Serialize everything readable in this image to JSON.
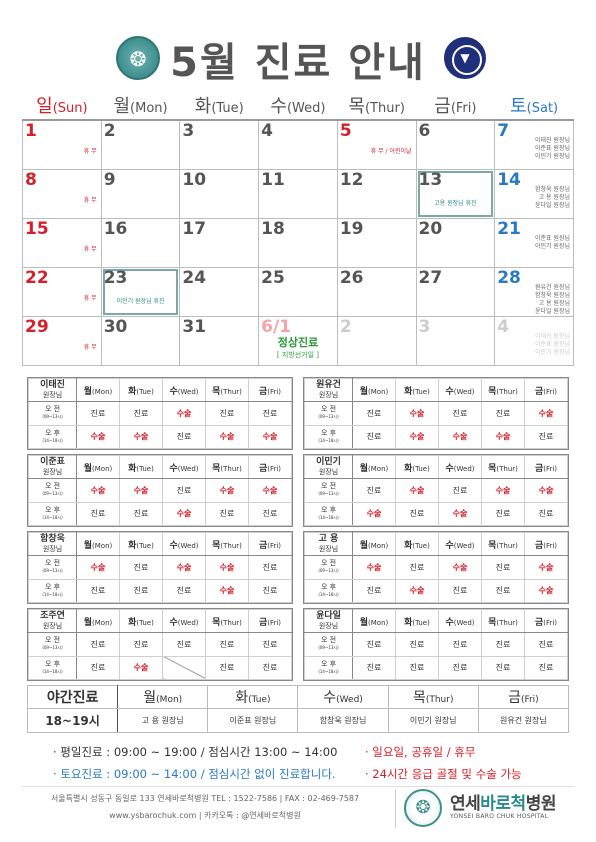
{
  "header": {
    "title": "5월 진료 안내"
  },
  "calendar": {
    "weekdays": [
      {
        "ko": "일",
        "en": "(Sun)"
      },
      {
        "ko": "월",
        "en": "(Mon)"
      },
      {
        "ko": "화",
        "en": "(Tue)"
      },
      {
        "ko": "수",
        "en": "(Wed)"
      },
      {
        "ko": "목",
        "en": "(Thur)"
      },
      {
        "ko": "금",
        "en": "(Fri)"
      },
      {
        "ko": "토",
        "en": "(Sat)"
      }
    ],
    "weeks": [
      [
        {
          "day": "1",
          "note": "휴 무",
          "tone": "red"
        },
        {
          "day": "2"
        },
        {
          "day": "3"
        },
        {
          "day": "4"
        },
        {
          "day": "5",
          "note": "휴 무 / 어린이날",
          "tone": "red"
        },
        {
          "day": "6"
        },
        {
          "day": "7",
          "tone": "blue",
          "doctors": [
            "이태진 원장님",
            "이준표 원장님",
            "이민기 원장님"
          ]
        }
      ],
      [
        {
          "day": "8",
          "note": "휴 무",
          "tone": "red"
        },
        {
          "day": "9"
        },
        {
          "day": "10"
        },
        {
          "day": "11"
        },
        {
          "day": "12"
        },
        {
          "day": "13",
          "boxed": true,
          "teal": "고용 원장님 휴진"
        },
        {
          "day": "14",
          "tone": "blue",
          "doctors": [
            "함창욱 원장님",
            "고  용 원장님",
            "윤다일 원장님"
          ]
        }
      ],
      [
        {
          "day": "15",
          "note": "휴 무",
          "tone": "red"
        },
        {
          "day": "16"
        },
        {
          "day": "17"
        },
        {
          "day": "18"
        },
        {
          "day": "19"
        },
        {
          "day": "20"
        },
        {
          "day": "21",
          "tone": "blue",
          "doctors": [
            "이준표 원장님",
            "이민기 원장님"
          ]
        }
      ],
      [
        {
          "day": "22",
          "note": "휴 무",
          "tone": "red"
        },
        {
          "day": "23",
          "boxed": true,
          "teal": "이민기 원장님 휴진"
        },
        {
          "day": "24"
        },
        {
          "day": "25"
        },
        {
          "day": "26"
        },
        {
          "day": "27"
        },
        {
          "day": "28",
          "tone": "blue",
          "doctors": [
            "원유건 원장님",
            "함창욱 원장님",
            "고  용 원장님",
            "윤다일 원장님"
          ]
        }
      ],
      [
        {
          "day": "29",
          "note": "휴 무",
          "tone": "red"
        },
        {
          "day": "30"
        },
        {
          "day": "31"
        },
        {
          "day": "6/1",
          "tone": "pink",
          "special": "정상진료",
          "special_sub": "[ 지방선거일 ]"
        },
        {
          "day": "2",
          "tone": "faded"
        },
        {
          "day": "3",
          "tone": "faded"
        },
        {
          "day": "4",
          "tone": "faded",
          "doctors": [
            "이태진 원장님",
            "이준표 원장님",
            "이민기 원장님"
          ]
        }
      ]
    ]
  },
  "schedule": {
    "day_headers": [
      {
        "ko": "월",
        "en": "(Mon)"
      },
      {
        "ko": "화",
        "en": "(Tue)"
      },
      {
        "ko": "수",
        "en": "(Wed)"
      },
      {
        "ko": "목",
        "en": "(Thur)"
      },
      {
        "ko": "금",
        "en": "(Fri)"
      }
    ],
    "am_label": "오 전",
    "am_time": "(09~13시)",
    "pm_label": "오 후",
    "pm_time": "(14~18시)",
    "title_suffix": "원장님",
    "doctors": [
      {
        "name": "이태진",
        "am": [
          "진료",
          "진료",
          "수술",
          "진료",
          "진료"
        ],
        "pm": [
          "수술",
          "수술",
          "진료",
          "수술",
          "수술"
        ]
      },
      {
        "name": "원유건",
        "am": [
          "진료",
          "수술",
          "진료",
          "진료",
          "수술"
        ],
        "pm": [
          "진료",
          "수술",
          "수술",
          "수술",
          "진료"
        ]
      },
      {
        "name": "이준표",
        "am": [
          "수술",
          "수술",
          "진료",
          "수술",
          "수술"
        ],
        "pm": [
          "진료",
          "진료",
          "수술",
          "진료",
          "진료"
        ]
      },
      {
        "name": "이민기",
        "am": [
          "진료",
          "수술",
          "진료",
          "수술",
          "수술"
        ],
        "pm": [
          "수술",
          "진료",
          "수술",
          "진료",
          "진료"
        ]
      },
      {
        "name": "함창욱",
        "am": [
          "수술",
          "진료",
          "수술",
          "수술",
          "진료"
        ],
        "pm": [
          "진료",
          "진료",
          "진료",
          "수술",
          "진료"
        ]
      },
      {
        "name": "고  용",
        "am": [
          "수술",
          "진료",
          "수술",
          "진료",
          "수술"
        ],
        "pm": [
          "진료",
          "수술",
          "진료",
          "진료",
          "수술"
        ]
      },
      {
        "name": "조주연",
        "am": [
          "진료",
          "진료",
          "진료",
          "진료",
          "진료"
        ],
        "pm": [
          "진료",
          "수술",
          "",
          "진료",
          "진료"
        ]
      },
      {
        "name": "윤다일",
        "am": [
          "진료",
          "진료",
          "진료",
          "진료",
          "진료"
        ],
        "pm": [
          "진료",
          "진료",
          "진료",
          "진료",
          "진료"
        ]
      }
    ]
  },
  "night": {
    "title": "야간진료",
    "time": "18~19시",
    "days": [
      {
        "ko": "월",
        "en": "(Mon)",
        "doctor": "고  용 원장님"
      },
      {
        "ko": "화",
        "en": "(Tue)",
        "doctor": "이준표 원장님"
      },
      {
        "ko": "수",
        "en": "(Wed)",
        "doctor": "함창욱 원장님"
      },
      {
        "ko": "목",
        "en": "(Thur)",
        "doctor": "이민기 원장님"
      },
      {
        "ko": "금",
        "en": "(Fri)",
        "doctor": "원유건 원장님"
      }
    ]
  },
  "notes": {
    "weekday": "· 평일진료 : 09:00 ~ 19:00 / 점심시간 13:00 ~ 14:00",
    "holiday": "· 일요일, 공휴일 / 휴무",
    "saturday": "· 토요진료 : 09:00 ~ 14:00 / 점심시간 없이 진료합니다.",
    "emergency": "· 24시간 응급 골절 및 수술 가능"
  },
  "footer": {
    "address": "서울특별시 성동구 동일로 133 연세바로척병원    TEL : 1522-7586  |  FAX : 02-469-7587",
    "web": "www.ysbarochuk.com  |  카카오톡 : @연세바로척병원",
    "brand_a": "연세",
    "brand_b": "바로척",
    "brand_c": "병원",
    "brand_en": "YONSEI BARO CHUK HOSPITAL"
  },
  "colors": {
    "sunday": "#d4202b",
    "saturday": "#2a7ac2",
    "accent": "#2a8b8b",
    "surgery": "#d4202b",
    "special": "#2a9b3a"
  }
}
